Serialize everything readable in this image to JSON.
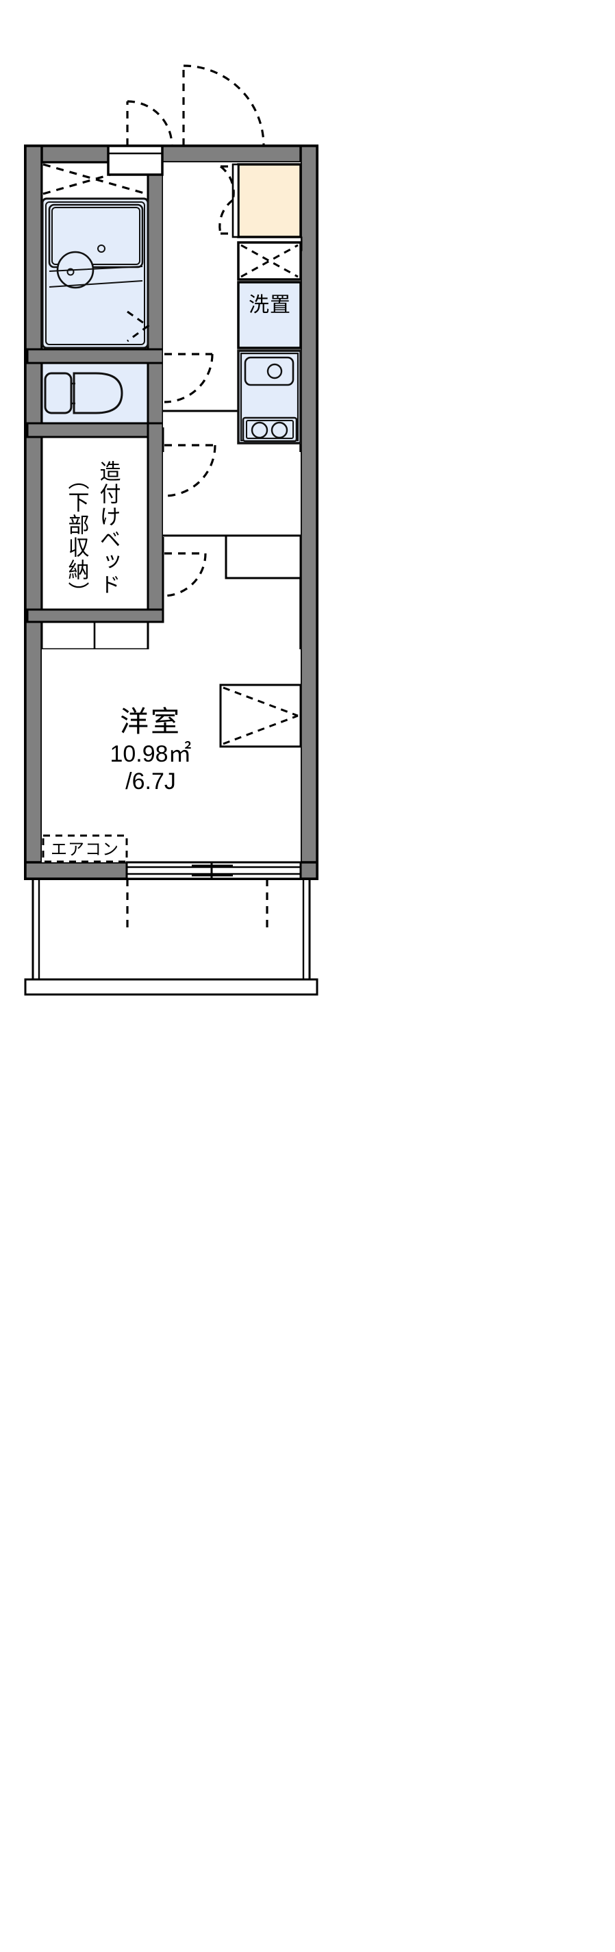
{
  "plan": {
    "title": "賃貸マンション間取り図",
    "type": "1K",
    "colors": {
      "wall_fill": "#808080",
      "wall_stroke": "#000000",
      "fixture_fill": "#e3ecfa",
      "closet_fill": "#fdeed5",
      "floor_fill": "#ffffff",
      "line": "#000000",
      "text": "#000000"
    }
  },
  "rooms": [
    {
      "id": "main-room",
      "name": "洋室",
      "area_sqm": "10.98㎡",
      "area_jo": "/6.7J",
      "label_lines": [
        "洋室",
        "10.98㎡",
        "/6.7J"
      ]
    },
    {
      "id": "laundry",
      "name": "洗置",
      "label_lines": [
        "洗置"
      ]
    }
  ],
  "labels": {
    "room_main": "洋室",
    "room_main_area": "10.98㎡",
    "room_main_jo": "/6.7J",
    "laundry": "洗置",
    "built_in_bed": "造付けベッド",
    "lower_storage": "（下部収納）",
    "air_conditioner": "エアコン"
  },
  "fixtures": [
    {
      "id": "bathtub",
      "name": "bathtub",
      "label": ""
    },
    {
      "id": "shower-unit",
      "name": "unit-bath",
      "label": ""
    },
    {
      "id": "toilet",
      "name": "toilet",
      "label": ""
    },
    {
      "id": "kitchen-sink",
      "name": "kitchen-sink",
      "label": ""
    },
    {
      "id": "gas-stove",
      "name": "two-burner-stove",
      "label": ""
    },
    {
      "id": "washer-space",
      "name": "washing-machine-space",
      "label": "洗置"
    },
    {
      "id": "entrance-closet",
      "name": "entrance-closet",
      "label": ""
    },
    {
      "id": "shoe-box",
      "name": "shoe-box",
      "label": ""
    },
    {
      "id": "upper-cabinet",
      "name": "upper-cabinet",
      "label": ""
    },
    {
      "id": "bed-platform",
      "name": "built-in-bed",
      "label": "造付けベッド"
    },
    {
      "id": "closet-room",
      "name": "room-closet",
      "label": ""
    },
    {
      "id": "ac-unit",
      "name": "air-conditioner",
      "label": "エアコン"
    },
    {
      "id": "balcony",
      "name": "balcony",
      "label": ""
    }
  ],
  "doors": [
    {
      "id": "entrance-door",
      "name": "entrance-door-swing"
    },
    {
      "id": "bath-door",
      "name": "bathroom-door-swing"
    },
    {
      "id": "toilet-door",
      "name": "toilet-door-swing"
    },
    {
      "id": "room-door",
      "name": "room-door-swing"
    },
    {
      "id": "closet-folding-door",
      "name": "folding-closet-door"
    },
    {
      "id": "balcony-window",
      "name": "sliding-balcony-window"
    }
  ]
}
